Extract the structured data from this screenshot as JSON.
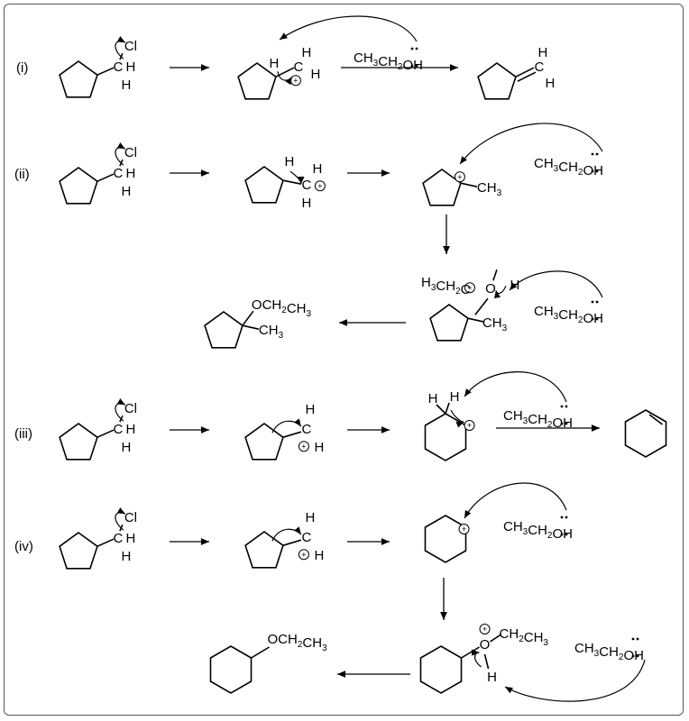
{
  "rows": {
    "i": "(i)",
    "ii": "(ii)",
    "iii": "(iii)",
    "iv": "(iv)"
  },
  "atoms": {
    "Cl": "Cl",
    "C": "C",
    "H": "H",
    "O": "O"
  },
  "reagent": {
    "prefix": "CH",
    "sub3": "3",
    "mid": "CH",
    "sub2": "2",
    "oh": "OH",
    "full": "CH3CH2OH"
  },
  "groups": {
    "ch3": "CH",
    "ch3_sub": "3",
    "h3ch2c_a": "H",
    "h3ch2c_b": "3",
    "h3ch2c_c": "CH",
    "h3ch2c_d": "2",
    "h3ch2c_e": "C",
    "och2ch3_a": "OCH",
    "och2ch3_b": "2",
    "och2ch3_c": "CH",
    "och2ch3_d": "3",
    "ch2ch3_a": "CH",
    "ch2ch3_b": "2",
    "ch2ch3_c": "CH",
    "ch2ch3_d": "3"
  },
  "charge": "+"
}
